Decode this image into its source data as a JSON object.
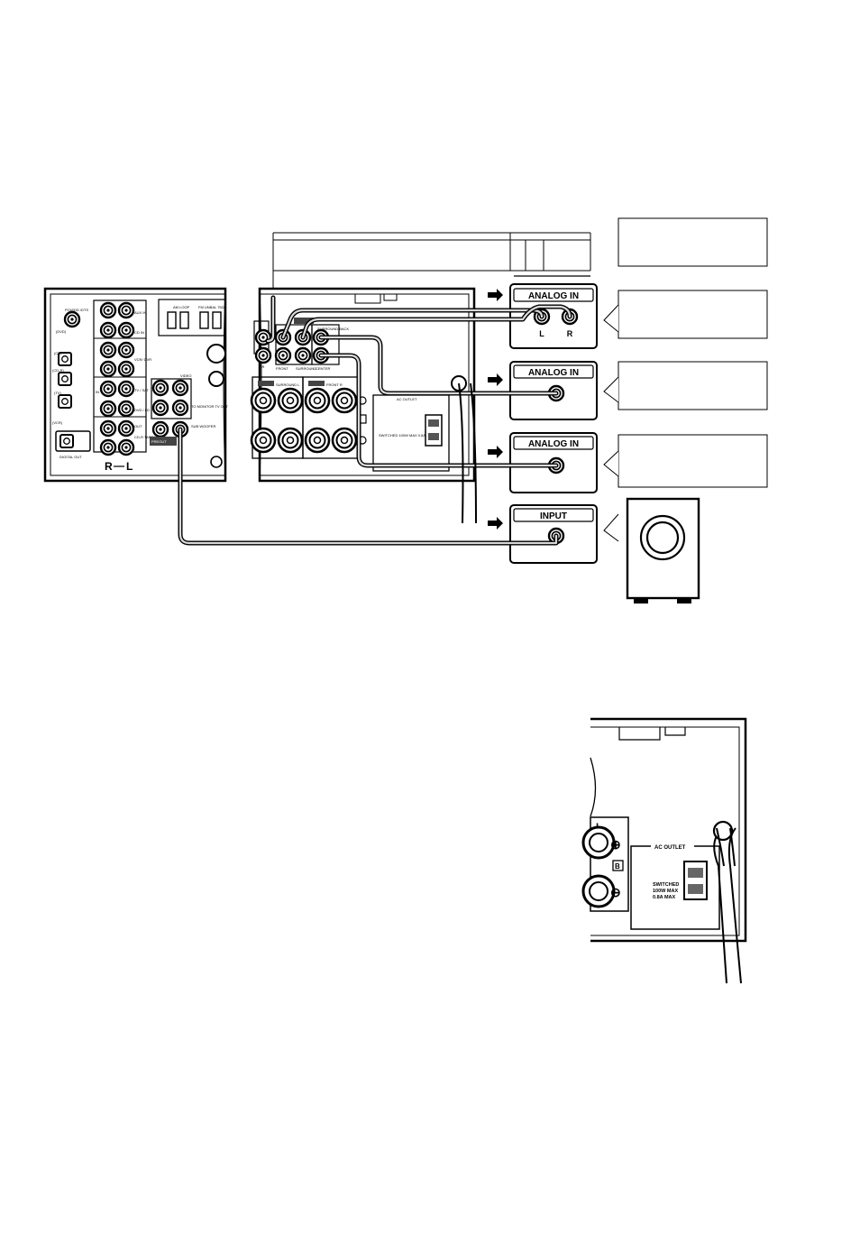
{
  "receiver_panel": {
    "connector_labels": [
      "PCM/DD /DTS",
      "(DVD)",
      "(CD)",
      "(CD-R)",
      "(TV)",
      "(VCR)",
      "DIGITAL OUT",
      "AUX IN",
      "CD IN",
      "VCR/ DVR",
      "TV / SAT",
      "DVD / LD",
      "CD-R TAPE MD",
      "IN",
      "OUT",
      "R",
      "L",
      "AM LOOP",
      "FM UNBAL 75Ω",
      "VIDEO",
      "TO MONITOR TV OUT",
      "SUB WOOFER",
      "PREOUT",
      "FRONT",
      "SURROUND",
      "SURROUND BACK",
      "CENTER",
      "FR",
      "SURROUND L",
      "FRONT R",
      "AC OUTLET",
      "SWITCHED 100W MAX 0.8A MAX"
    ]
  },
  "components": {
    "analog_in_label": "ANALOG IN",
    "channel_l": "L",
    "channel_r": "R",
    "input_label": "INPUT"
  },
  "detail_panel": {
    "plus_symbol": "⊕",
    "minus_symbol": "⊖",
    "b_label": "B",
    "l_label": "L",
    "ac_outlet": "AC OUTLET",
    "switched_line1": "SWITCHED",
    "switched_line2": "100W MAX",
    "switched_line3": "0.8A MAX"
  }
}
